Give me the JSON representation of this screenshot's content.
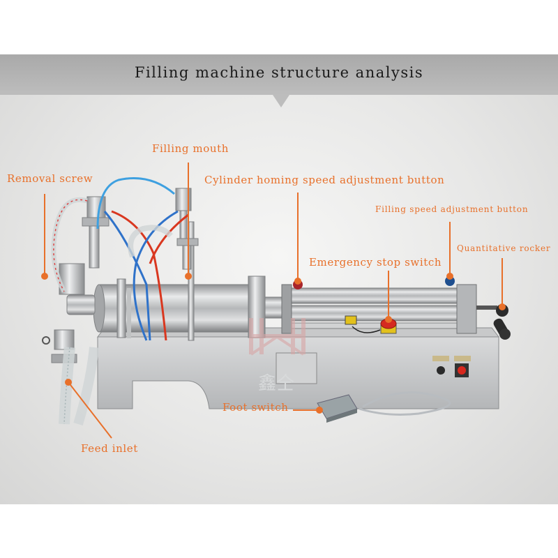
{
  "header": {
    "title": "Filling machine structure analysis"
  },
  "callouts": {
    "filling_mouth": "Filling mouth",
    "removal_screw": "Removal screw",
    "cylinder_homing": "Cylinder homing speed adjustment button",
    "filling_speed": "Filling speed adjustment button",
    "quantitative_rocker": "Quantitative rocker",
    "emergency_stop": "Emergency stop switch",
    "foot_switch": "Foot switch",
    "feed_inlet": "Feed inlet"
  },
  "watermark": {
    "brand": "鑫仝"
  },
  "colors": {
    "label": "#e8702a",
    "leader": "#e8702a",
    "header_band": "#b0b0b0",
    "background": "#e8e8e7",
    "watermark": "#d8a5a5"
  }
}
